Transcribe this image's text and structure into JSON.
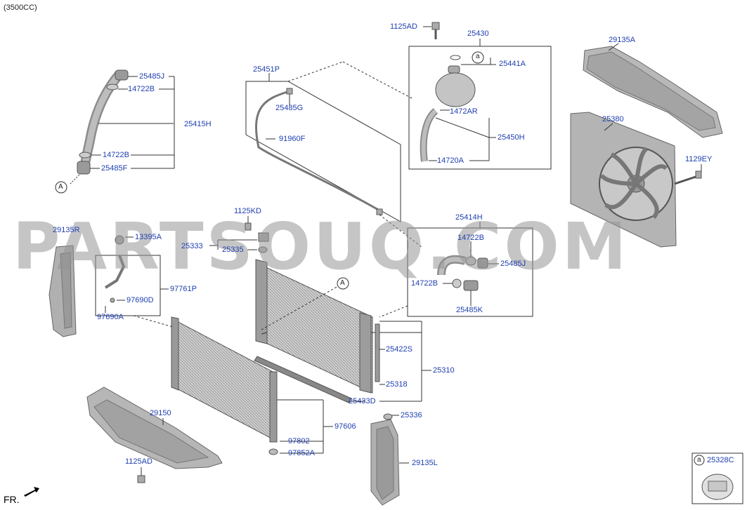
{
  "header": {
    "engine": "(3500CC)"
  },
  "watermark": "PARTSOUQ.COM",
  "orientation": "FR.",
  "callouts": {
    "a": "a",
    "A": "A"
  },
  "parts": {
    "p1125AD_top": "1125AD",
    "p25430": "25430",
    "p29135A": "29135A",
    "p25441A": "25441A",
    "p25451P": "25451P",
    "p25485J_top": "25485J",
    "p14722B_top": "14722B",
    "p25485G": "25485G",
    "p1472AR": "1472AR",
    "p25415H": "25415H",
    "p25450H": "25450H",
    "p25380": "25380",
    "p91960F": "91960F",
    "p14722B_mid": "14722B",
    "p14720A": "14720A",
    "p1129EY": "1129EY",
    "p25485F": "25485F",
    "p1125KD": "1125KD",
    "p25414H": "25414H",
    "p29135R": "29135R",
    "p13395A": "13395A",
    "p14722B_r": "14722B",
    "p25333": "25333",
    "p25335": "25335",
    "p25485J_r": "25485J",
    "p97761P": "97761P",
    "p14722B_r2": "14722B",
    "p97690D": "97690D",
    "p25485K": "25485K",
    "p97690A": "97690A",
    "p25422S": "25422S",
    "p25310": "25310",
    "p25318": "25318",
    "p25433D": "25433D",
    "p29150": "29150",
    "p25336": "25336",
    "p97606": "97606",
    "p97802": "97802",
    "p1125AD_bot": "1125AD",
    "p97852A": "97852A",
    "p29135L": "29135L",
    "p25328C": "25328C"
  },
  "colors": {
    "label": "#1f3fb0",
    "line": "#333333",
    "part_fill": "#b8b8b8",
    "part_dark": "#8c8c8c"
  }
}
